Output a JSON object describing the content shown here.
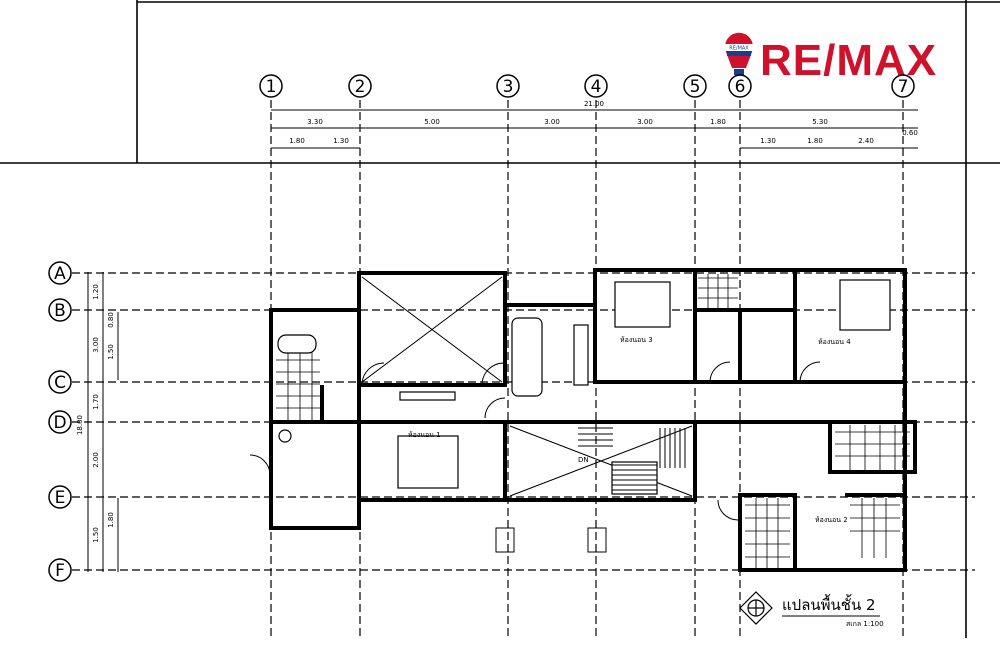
{
  "logo": {
    "text": "RE/MAX",
    "balloon_text": "RE/MAX",
    "color": "#d0112b"
  },
  "grid": {
    "columns": [
      "1",
      "2",
      "3",
      "4",
      "5",
      "6",
      "7"
    ],
    "rows": [
      "A",
      "B",
      "C",
      "D",
      "E",
      "F"
    ]
  },
  "dimensions": {
    "overall": "21.00",
    "top_segments": [
      "3.30",
      "5.00",
      "3.00",
      "3.00",
      "1.80",
      "5.30"
    ],
    "top_sub_left": [
      "1.80",
      "1.30"
    ],
    "top_sub_right": [
      "1.30",
      "1.80",
      "2.40",
      "0.60"
    ],
    "left_total": "18.00",
    "left_segments": [
      "1.20",
      "3.00",
      "1.70",
      "2.00",
      "1.50"
    ],
    "left_sub": [
      "0.80",
      "1.50",
      "1.80"
    ]
  },
  "rooms": {
    "bedroom_1": "ห้องนอน 1",
    "bedroom_3": "ห้องนอน 3",
    "bedroom_4": "ห้องนอน 4",
    "bedroom_2": "ห้องนอน 2",
    "stair_mark": "DN"
  },
  "plan_title": "แปลนพื้นชั้น 2",
  "plan_scale": "สเกล 1:100"
}
